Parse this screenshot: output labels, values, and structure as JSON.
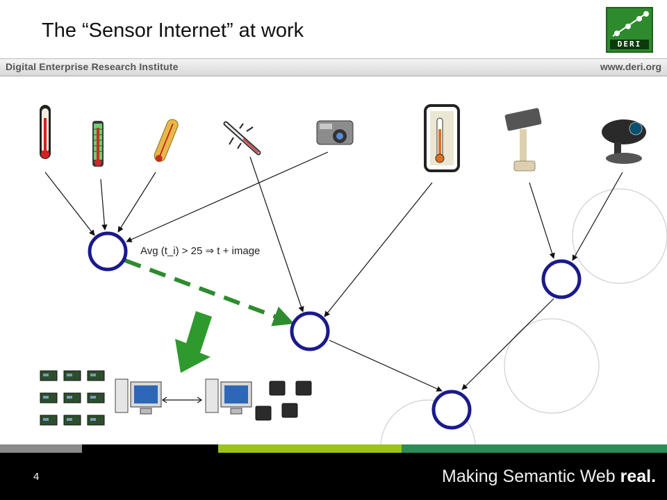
{
  "slide": {
    "title": "The “Sensor Internet” at work",
    "header_left": "Digital Enterprise Research Institute",
    "header_right": "www.deri.org",
    "logo_text": "DERI",
    "annotation": "Avg (t_i) > 25 ⇒ t + image",
    "page_number": "4",
    "tagline_main": "Making Semantic Web ",
    "tagline_bold": "real."
  },
  "sensors": [
    {
      "name": "thermometer-red-icon"
    },
    {
      "name": "thermometer-green-icon"
    },
    {
      "name": "thermometer-yellow-icon"
    },
    {
      "name": "thermometer-broken-icon"
    },
    {
      "name": "digital-camera-icon"
    },
    {
      "name": "wall-thermometer-icon"
    },
    {
      "name": "security-camera-icon"
    },
    {
      "name": "webcam-icon"
    }
  ],
  "colors": {
    "node": "#1a1a8c",
    "dashed_arrow": "#2e8b2e",
    "footer_bg": "#000000",
    "stripe_gray": "#8a8a8a",
    "stripe_lime": "#9bc31a",
    "stripe_green": "#2e8b57"
  }
}
